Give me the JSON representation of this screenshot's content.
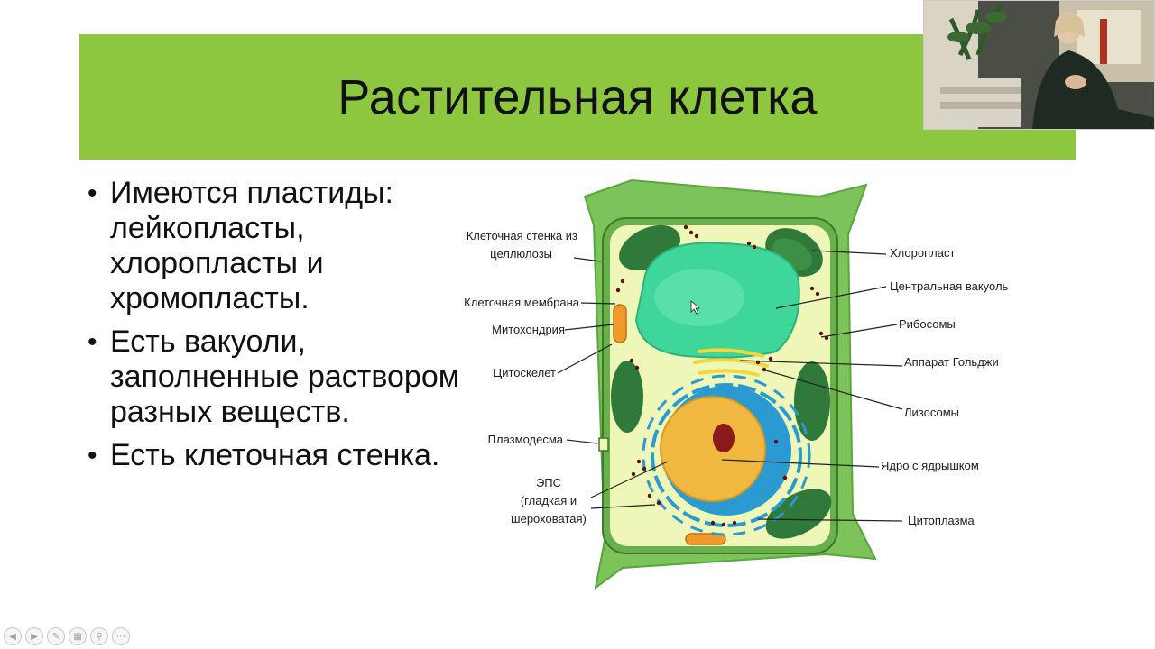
{
  "slide": {
    "title": "Растительная клетка",
    "bullets": [
      "Имеются пластиды: лейкопласты, хлоропласты и хромопласты.",
      "Есть вакуоли, заполненные раствором разных веществ.",
      "Есть клеточная стенка."
    ],
    "bullet_glyph": "•",
    "band_color": "#8dc63f"
  },
  "diagram": {
    "labels_left": {
      "cell_wall": [
        "Клеточная стенка из",
        "целлюлозы"
      ],
      "membrane": "Клеточная мембрана",
      "mitochondria": "Митохондрия",
      "cytoskeleton": "Цитоскелет",
      "plasmodesma": "Плазмодесма",
      "er": [
        "ЭПС",
        "(гладкая и",
        "шероховатая)"
      ]
    },
    "labels_right": {
      "chloroplast": "Хлоропласт",
      "vacuole": "Центральная вакуоль",
      "ribosomes": "Рибосомы",
      "golgi": "Аппарат Гольджи",
      "lysosomes": "Лизосомы",
      "nucleus": "Ядро с ядрышком",
      "cytoplasm": "Цитоплазма"
    },
    "colors": {
      "wall": "#7cc35a",
      "wall_dark": "#5aa640",
      "cytoplasm": "#eef6b8",
      "vacuole": "#3fd69a",
      "chloroplast": "#2f7a3a",
      "nucleus": "#f0b840",
      "nucleolus": "#8b1a1a",
      "er": "#2a9ad0",
      "golgi": "#f2d63a",
      "mitochondria": "#f09a2a",
      "ribosome": "#5a1010"
    }
  },
  "webcam": {},
  "toolbar": {
    "icons": [
      "prev-icon",
      "next-icon",
      "pen-icon",
      "slides-icon",
      "zoom-icon",
      "more-icon"
    ]
  }
}
